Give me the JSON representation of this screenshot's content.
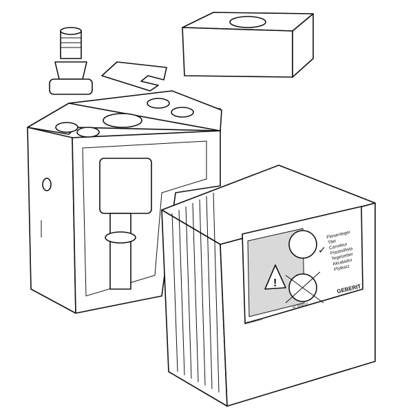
{
  "label": {
    "trades": [
      "Fliesenleger",
      "Tiler",
      "Carreleur",
      "Piastrellista",
      "Tegelzetter",
      "Alicatador",
      "Plytkarz"
    ],
    "brand": "GEBERIT",
    "code_left": "941.148.00.0",
    "code_right": "ist. 5606-07"
  },
  "colors": {
    "line": "#111111",
    "label_bg": "#d9d9d9"
  }
}
